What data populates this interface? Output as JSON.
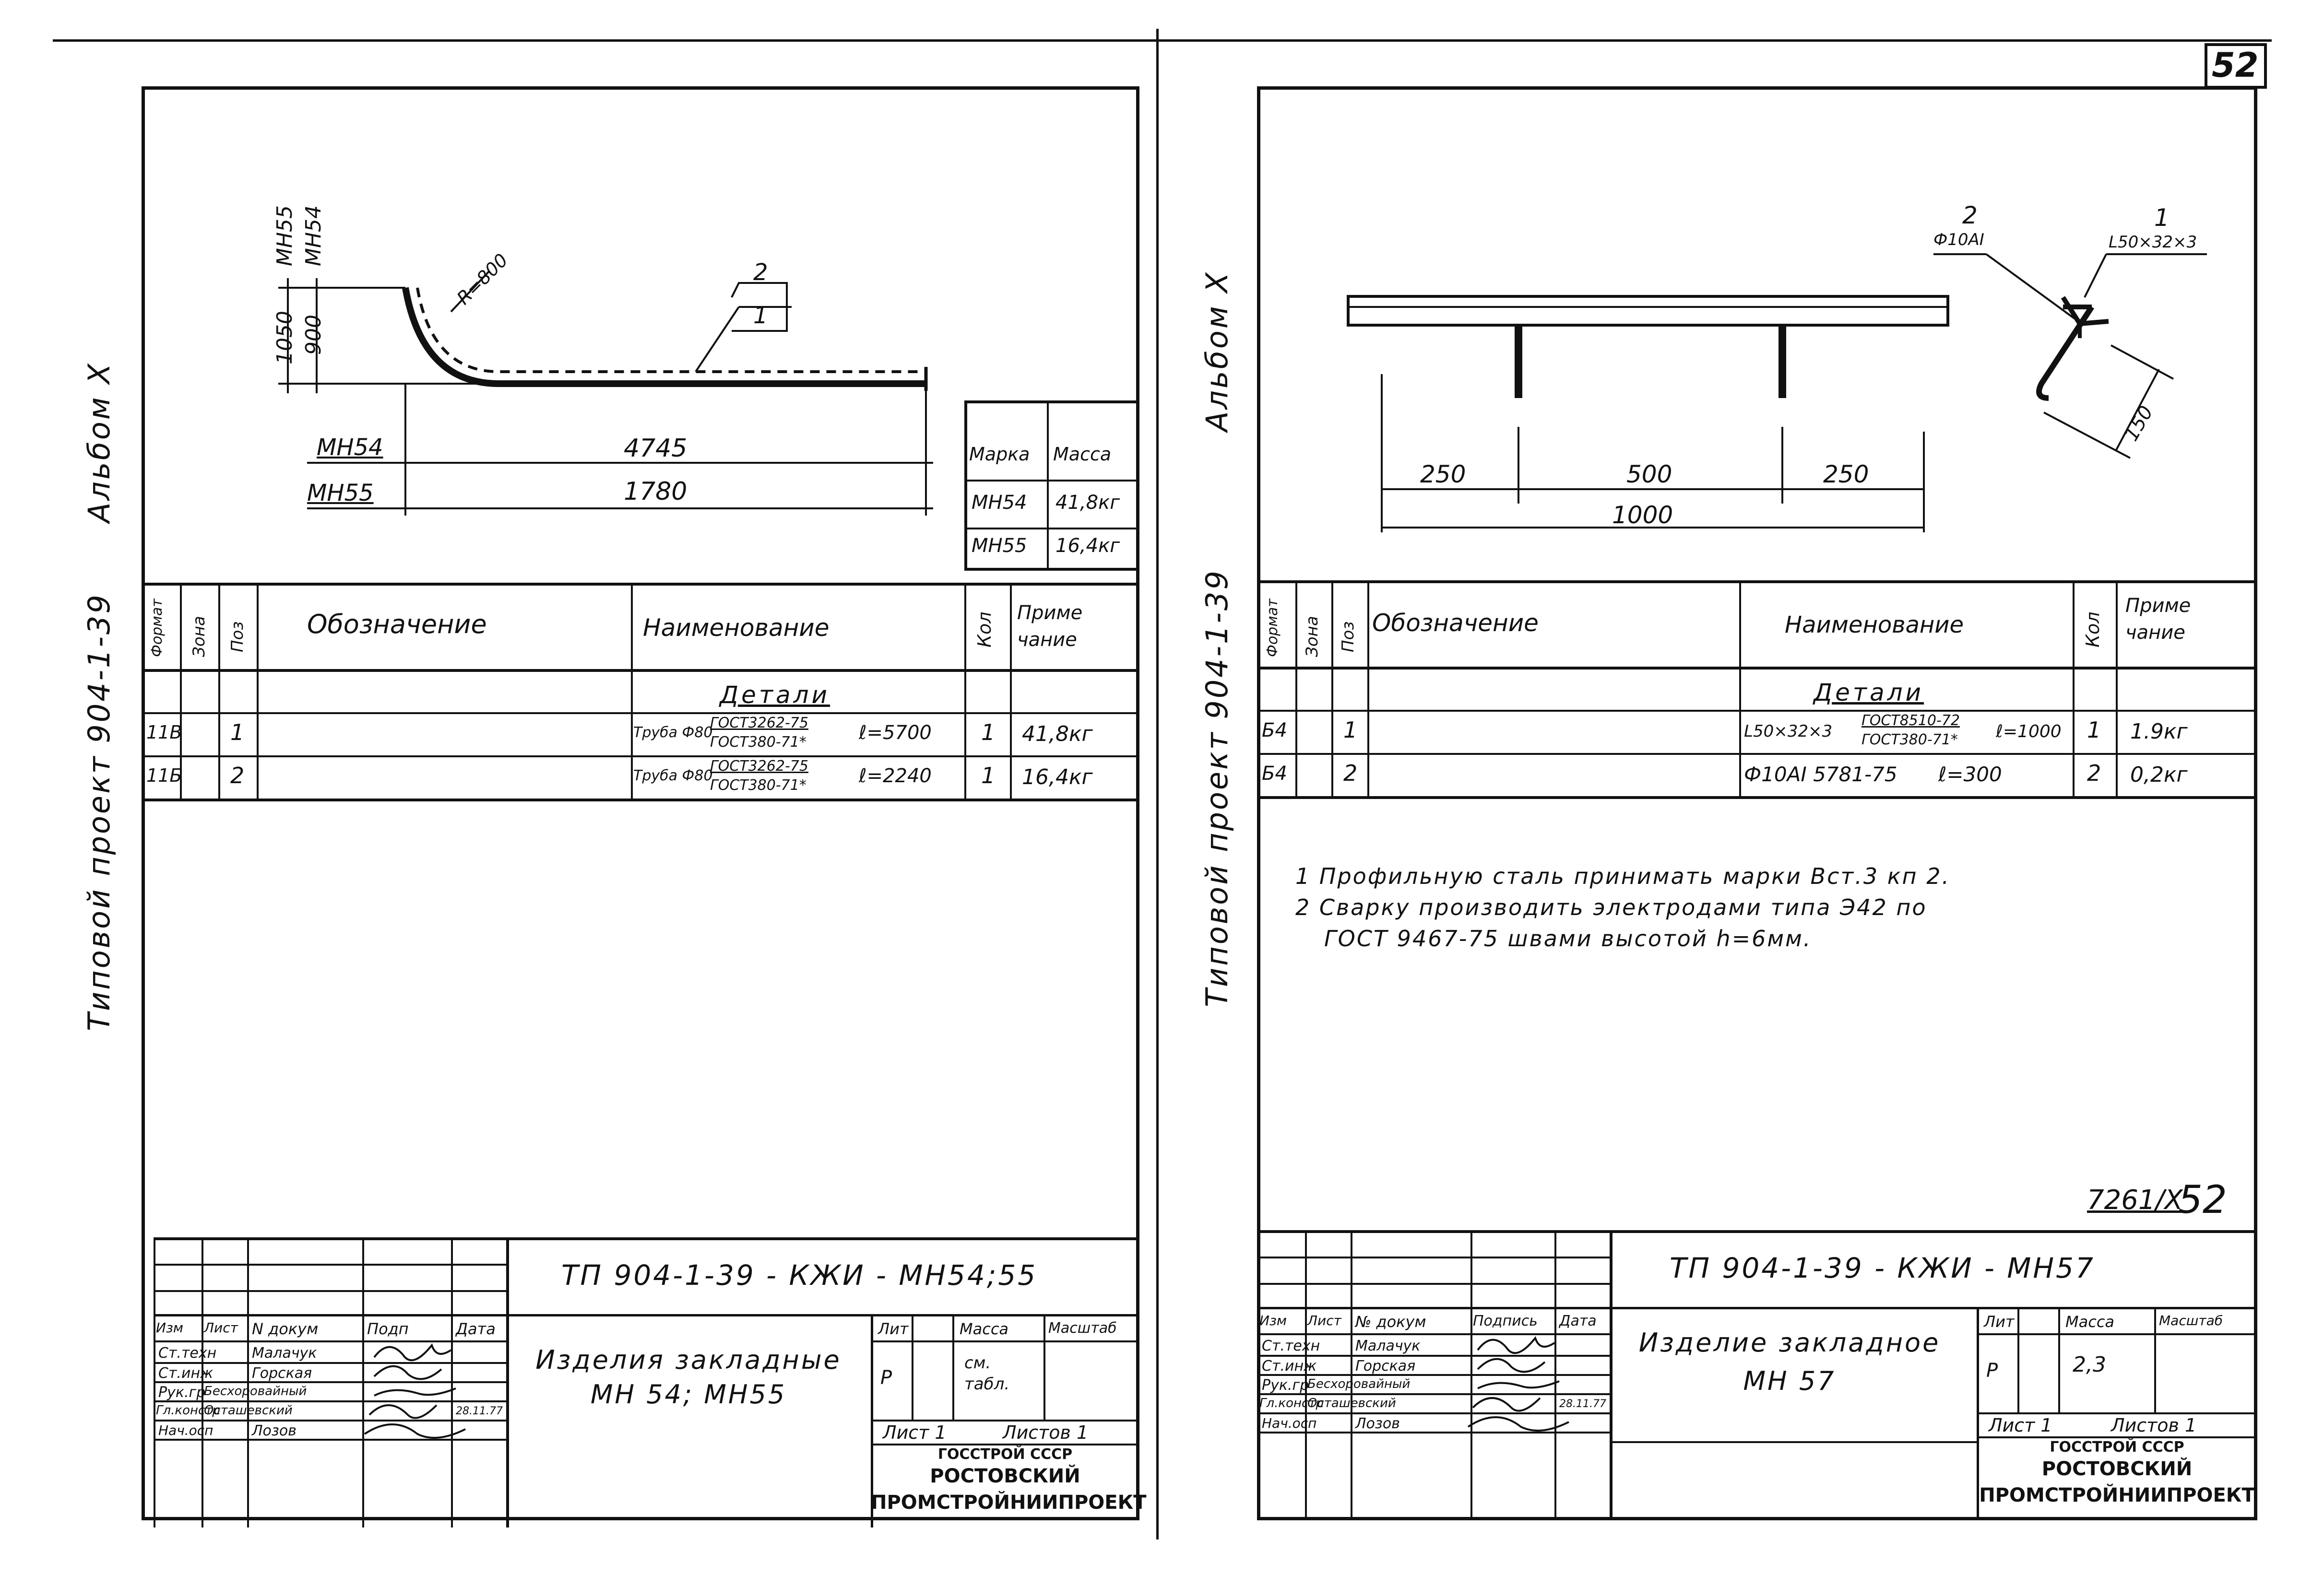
{
  "page_number": "52",
  "sheet_id_right": "7261/X",
  "sheet_no_right": "52",
  "left": {
    "margin_title": "Типовой проект 904-1-39",
    "margin_album": "Альбом X",
    "drawing": {
      "pos_top": "2",
      "pos_bottom": "1",
      "radius": "R=800",
      "dim_mn55_h": "1050",
      "dim_mn54_h": "900",
      "lbl_mn55": "МН55",
      "lbl_mn54": "МН54",
      "row1_label": "МН54",
      "row1_dim": "4745",
      "row2_label": "МН55",
      "row2_dim": "1780"
    },
    "mass_table": {
      "headers": [
        "Марка",
        "Масса"
      ],
      "rows": [
        [
          "МН54",
          "41,8кг"
        ],
        [
          "МН55",
          "16,4кг"
        ]
      ]
    },
    "spec": {
      "headers": [
        "Формат",
        "Зона",
        "Поз",
        "Обозначение",
        "Наименование",
        "Кол",
        "Приме чание"
      ],
      "section": "Детали",
      "rows": [
        {
          "format": "11В",
          "zone": "",
          "pos": "1",
          "desig": "",
          "name": "Труба Ф80",
          "gost_top": "ГОСТ3262-75",
          "gost_bot": "ГОСТ380-71*",
          "len": "ℓ=5700",
          "qty": "1",
          "note": "41,8кг"
        },
        {
          "format": "11Б",
          "zone": "",
          "pos": "2",
          "desig": "",
          "name": "Труба Ф80",
          "gost_top": "ГОСТ3262-75",
          "gost_bot": "ГОСТ380-71*",
          "len": "ℓ=2240",
          "qty": "1",
          "note": "16,4кг"
        }
      ]
    },
    "stamp": {
      "doc_code": "ТП 904-1-39 - КЖИ - МН54;55",
      "title": "Изделия закладные МН 54; МН55",
      "hdr": [
        "Изм",
        "Лист",
        "N докум",
        "Подп",
        "Дата"
      ],
      "people": [
        [
          "Ст.техн",
          "Малачук"
        ],
        [
          "Ст.инж",
          "Горская"
        ],
        [
          "Рук.гр",
          "Бесхоровайный"
        ],
        [
          "Гл.констр",
          "Осташевский"
        ],
        [
          "Нач.осп",
          "Лозов"
        ]
      ],
      "date": "28.11.77",
      "lit_hdr": "Лит",
      "mass_hdr": "Масса",
      "scale_hdr": "Масштаб",
      "lit": "Р",
      "mass": "см. табл.",
      "sheet": "Лист 1",
      "sheets": "Листов 1",
      "org1": "ГОССТРОЙ СССР",
      "org2": "РОСТОВСКИЙ",
      "org3": "ПРОМСТРОЙНИИПРОЕКТ"
    }
  },
  "right": {
    "margin_title": "Типовой проект 904-1-39",
    "margin_album": "Альбом X",
    "drawing": {
      "pos2": "2",
      "pos2_sub": "Ф10АI",
      "pos1": "1",
      "pos1_sub": "L50×32×3",
      "dim_a": "250",
      "dim_b": "500",
      "dim_c": "250",
      "dim_total": "1000",
      "dim_150": "150"
    },
    "spec": {
      "headers": [
        "Формат",
        "Зона",
        "Поз",
        "Обозначение",
        "Наименование",
        "Кол",
        "Приме чание"
      ],
      "section": "Детали",
      "rows": [
        {
          "format": "Б4",
          "zone": "",
          "pos": "1",
          "desig": "",
          "name": "L50×32×3",
          "gost_top": "ГОСТ8510-72",
          "gost_bot": "ГОСТ380-71*",
          "len": "ℓ=1000",
          "qty": "1",
          "note": "1.9кг"
        },
        {
          "format": "Б4",
          "zone": "",
          "pos": "2",
          "desig": "",
          "name": "Ф10АI 5781-75",
          "gost_top": "",
          "gost_bot": "",
          "len": "ℓ=300",
          "qty": "2",
          "note": "0,2кг"
        }
      ]
    },
    "notes": [
      "1 Профильную сталь принимать марки Вст.3 кп 2.",
      "2 Сварку производить электродами типа Э42 по",
      "ГОСТ 9467-75 швами высотой h=6мм."
    ],
    "stamp": {
      "doc_code": "ТП 904-1-39 - КЖИ - МН57",
      "title": "Изделие закладное МН 57",
      "hdr": [
        "Изм",
        "Лист",
        "№ докум",
        "Подпись",
        "Дата"
      ],
      "people": [
        [
          "Ст.техн",
          "Малачук"
        ],
        [
          "Ст.инж",
          "Горская"
        ],
        [
          "Рук.гр",
          "Бесхоровайный"
        ],
        [
          "Гл.констр",
          "Осташевский"
        ],
        [
          "Нач.осп",
          "Лозов"
        ]
      ],
      "date": "28.11.77",
      "lit_hdr": "Лит",
      "mass_hdr": "Масса",
      "scale_hdr": "Масштаб",
      "lit": "Р",
      "mass": "2,3",
      "sheet": "Лист 1",
      "sheets": "Листов 1",
      "org1": "ГОССТРОЙ СССР",
      "org2": "РОСТОВСКИЙ",
      "org3": "ПРОМСТРОЙНИИПРОЕКТ"
    }
  }
}
